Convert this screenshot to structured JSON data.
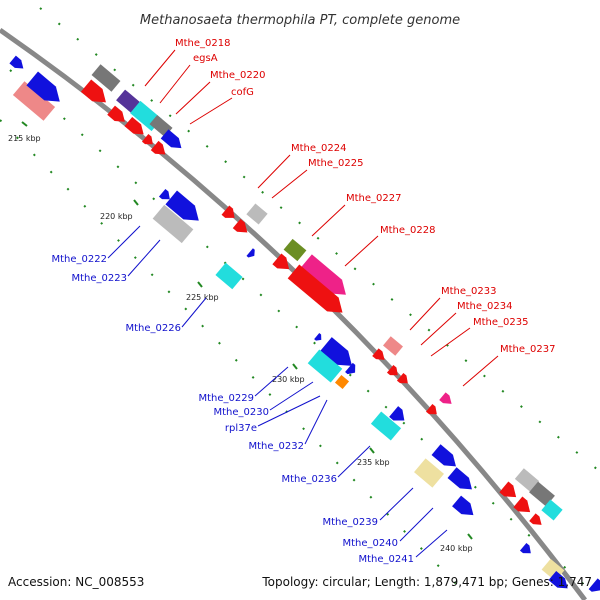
{
  "title": "Methanosaeta thermophila PT, complete genome",
  "footer": {
    "accession": "Accession: NC_008553",
    "topology": "Topology: circular; Length: 1,879,471 bp; Genes: 1,747"
  },
  "colors": {
    "red": "#ee1111",
    "blue": "#1111dd",
    "cyan": "#22dddd",
    "gray": "#bbbbbb",
    "darkgray": "#777777",
    "pink": "#ee8888",
    "magenta": "#ee2288",
    "olive": "#6b8e23",
    "khaki": "#eee0a0",
    "purple": "#553399",
    "orange": "#ff8800",
    "red_label": "#dd0000",
    "blue_label": "#1111cc",
    "backbone": "#888888",
    "tick": "#228822"
  },
  "kbp_marks": [
    "215 kbp",
    "220 kbp",
    "225 kbp",
    "230 kbp",
    "235 kbp",
    "240 kbp"
  ],
  "labels_plus": [
    "Mthe_0218",
    "egsA",
    "Mthe_0220",
    "cofG",
    "Mthe_0224",
    "Mthe_0225",
    "Mthe_0227",
    "Mthe_0228",
    "Mthe_0233",
    "Mthe_0234",
    "Mthe_0235",
    "Mthe_0237"
  ],
  "labels_minus": [
    "Mthe_0222",
    "Mthe_0223",
    "Mthe_0226",
    "Mthe_0229",
    "Mthe_0230",
    "rpl37e",
    "Mthe_0232",
    "Mthe_0236",
    "Mthe_0239",
    "Mthe_0240",
    "Mthe_0241"
  ]
}
